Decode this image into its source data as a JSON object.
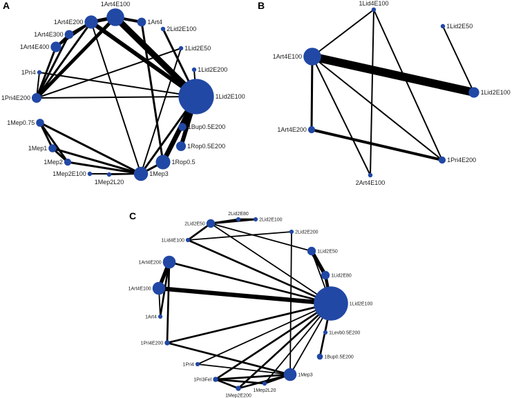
{
  "colors": {
    "node": "#2148a5",
    "edge": "#000000",
    "label": "#1a1a1a"
  },
  "panels": [
    {
      "id": "A",
      "label": "A",
      "nodes": [
        {
          "id": "1Art4E200",
          "weight": 3
        },
        {
          "id": "1Art4E100",
          "weight": 4
        },
        {
          "id": "1Art4",
          "weight": 2
        },
        {
          "id": "1Art4E300",
          "weight": 2
        },
        {
          "id": "1Art4E400",
          "weight": 2.4
        },
        {
          "id": "2Lid2E100",
          "weight": 1
        },
        {
          "id": "1Lid2E50",
          "weight": 1
        },
        {
          "id": "1Pri4",
          "weight": 1
        },
        {
          "id": "1Lid2E200",
          "weight": 1
        },
        {
          "id": "1Pri4E200",
          "weight": 2.2
        },
        {
          "id": "1Lid2E100",
          "weight": 8
        },
        {
          "id": "1Mep0.75",
          "weight": 1.8
        },
        {
          "id": "1Bup0.5E200",
          "weight": 1.8
        },
        {
          "id": "1Mep1",
          "weight": 1.8
        },
        {
          "id": "1Rop0.5E200",
          "weight": 2.2
        },
        {
          "id": "1Mep2",
          "weight": 1.6
        },
        {
          "id": "1Rop0.5",
          "weight": 3.3
        },
        {
          "id": "1Mep2E100",
          "weight": 1
        },
        {
          "id": "1Mep2L20",
          "weight": 1
        },
        {
          "id": "1Mep3",
          "weight": 3.2
        }
      ],
      "edges": [
        [
          "1Art4E200",
          "1Art4E100",
          5
        ],
        [
          "1Art4E100",
          "1Art4",
          4
        ],
        [
          "1Art4E100",
          "1Lid2E100",
          9
        ],
        [
          "1Art4E200",
          "1Lid2E100",
          6
        ],
        [
          "1Art4E200",
          "1Art4E300",
          3
        ],
        [
          "1Art4E200",
          "1Art4E400",
          3
        ],
        [
          "1Art4E300",
          "1Art4E400",
          3
        ],
        [
          "1Art4E200",
          "1Pri4E200",
          3
        ],
        [
          "1Art4E100",
          "1Pri4E200",
          5
        ],
        [
          "1Art4E400",
          "1Pri4E200",
          3
        ],
        [
          "1Art4E300",
          "1Pri4E200",
          3
        ],
        [
          "1Pri4",
          "1Pri4E200",
          2
        ],
        [
          "1Pri4",
          "1Lid2E100",
          2
        ],
        [
          "1Pri4E200",
          "1Lid2E100",
          2
        ],
        [
          "2Lid2E100",
          "1Lid2E100",
          3
        ],
        [
          "1Lid2E50",
          "1Mep3",
          2
        ],
        [
          "1Lid2E200",
          "1Lid2E100",
          2
        ],
        [
          "1Art4",
          "1Rop0.5",
          3
        ],
        [
          "1Lid2E100",
          "1Bup0.5E200",
          6
        ],
        [
          "1Lid2E100",
          "1Rop0.5E200",
          6
        ],
        [
          "1Lid2E100",
          "1Rop0.5",
          7
        ],
        [
          "1Lid2E100",
          "1Mep3",
          3
        ],
        [
          "1Mep0.75",
          "1Mep1",
          3
        ],
        [
          "1Mep0.75",
          "1Mep2",
          3
        ],
        [
          "1Mep0.75",
          "1Mep3",
          3
        ],
        [
          "1Mep1",
          "1Mep2",
          3
        ],
        [
          "1Mep1",
          "1Mep3",
          3
        ],
        [
          "1Mep2",
          "1Mep3",
          3
        ],
        [
          "1Mep2E100",
          "1Mep3",
          2
        ],
        [
          "1Mep2L20",
          "1Mep3",
          2
        ],
        [
          "1Rop0.5",
          "1Mep3",
          3
        ],
        [
          "1Art4E200",
          "1Mep3",
          2
        ],
        [
          "1Lid2E50",
          "1Pri4E200",
          2
        ]
      ]
    },
    {
      "id": "B",
      "label": "B",
      "nodes": [
        {
          "id": "1Lid4E100",
          "weight": 1
        },
        {
          "id": "1Lid2E50",
          "weight": 1
        },
        {
          "id": "1Art4E100",
          "weight": 4
        },
        {
          "id": "1Lid2E100",
          "weight": 2.4
        },
        {
          "id": "1Art4E200",
          "weight": 1.6
        },
        {
          "id": "1Pri4E200",
          "weight": 1.6
        },
        {
          "id": "2Art4E100",
          "weight": 1
        }
      ],
      "edges": [
        [
          "1Art4E100",
          "1Lid2E100",
          12
        ],
        [
          "1Art4E100",
          "1Art4E200",
          3
        ],
        [
          "1Art4E100",
          "2Art4E100",
          2
        ],
        [
          "1Art4E100",
          "1Pri4E200",
          2
        ],
        [
          "1Art4E100",
          "1Lid4E100",
          2
        ],
        [
          "1Lid4E100",
          "1Pri4E200",
          2
        ],
        [
          "1Lid4E100",
          "2Art4E100",
          2
        ],
        [
          "1Lid2E50",
          "1Lid2E100",
          2
        ],
        [
          "1Art4E200",
          "1Pri4E200",
          4
        ]
      ]
    },
    {
      "id": "C",
      "label": "C",
      "nodes": [
        {
          "id": "2Lid2E50",
          "weight": 2
        },
        {
          "id": "2Lid2E80",
          "weight": 1
        },
        {
          "id": "2Lid2E100",
          "weight": 1
        },
        {
          "id": "2Lid2E200",
          "weight": 1
        },
        {
          "id": "1Lid4E100",
          "weight": 1
        },
        {
          "id": "1Lid2E50",
          "weight": 2
        },
        {
          "id": "1Art4E200",
          "weight": 3
        },
        {
          "id": "1Lid2E80",
          "weight": 2
        },
        {
          "id": "1Art4E100",
          "weight": 3
        },
        {
          "id": "1Lid2E100",
          "weight": 8
        },
        {
          "id": "1Art4",
          "weight": 1
        },
        {
          "id": "1Levb0.5E200",
          "weight": 1
        },
        {
          "id": "1Pri4E200",
          "weight": 1.2
        },
        {
          "id": "1Bup0.5E200",
          "weight": 1.4
        },
        {
          "id": "1Pri4",
          "weight": 1
        },
        {
          "id": "1Mep3",
          "weight": 3
        },
        {
          "id": "1Pri3Fel",
          "weight": 1.2
        },
        {
          "id": "1Mep2E200",
          "weight": 1.2
        },
        {
          "id": "1Mep2L20",
          "weight": 1
        }
      ],
      "edges": [
        [
          "2Lid2E50",
          "2Lid2E80",
          3
        ],
        [
          "2Lid2E80",
          "2Lid2E100",
          3
        ],
        [
          "2Lid2E50",
          "2Lid2E100",
          3
        ],
        [
          "2Lid2E50",
          "1Lid4E100",
          3
        ],
        [
          "2Lid2E50",
          "1Lid2E100",
          2
        ],
        [
          "2Lid2E50",
          "1Lid2E50",
          2
        ],
        [
          "2Lid2E200",
          "1Lid4E100",
          2
        ],
        [
          "2Lid2E200",
          "1Mep3",
          2
        ],
        [
          "1Lid4E100",
          "1Lid2E100",
          3
        ],
        [
          "1Lid2E50",
          "1Lid2E80",
          6
        ],
        [
          "1Lid2E80",
          "1Lid2E100",
          5
        ],
        [
          "1Art4E200",
          "1Art4E100",
          6
        ],
        [
          "1Art4E200",
          "1Lid2E100",
          3
        ],
        [
          "1Art4E200",
          "1Art4",
          3
        ],
        [
          "1Art4E200",
          "1Pri4E200",
          3
        ],
        [
          "1Art4E100",
          "1Lid2E100",
          7
        ],
        [
          "1Art4E100",
          "1Art4",
          2
        ],
        [
          "1Pri4E200",
          "1Lid2E100",
          3
        ],
        [
          "1Pri4E200",
          "1Mep3",
          3
        ],
        [
          "1Pri4",
          "1Lid2E100",
          2
        ],
        [
          "1Pri4",
          "1Mep3",
          2
        ],
        [
          "1Pri3Fel",
          "1Lid2E100",
          3
        ],
        [
          "1Pri3Fel",
          "1Mep2E200",
          3
        ],
        [
          "1Pri3Fel",
          "1Mep2L20",
          3
        ],
        [
          "1Pri3Fel",
          "1Mep3",
          3
        ],
        [
          "1Mep2E200",
          "1Lid2E100",
          3
        ],
        [
          "1Mep2E200",
          "1Mep3",
          3
        ],
        [
          "1Mep2L20",
          "1Mep3",
          3
        ],
        [
          "1Mep2L20",
          "1Lid2E100",
          2
        ],
        [
          "1Mep3",
          "1Lid2E100",
          2
        ],
        [
          "1Bup0.5E200",
          "1Lid2E100",
          3
        ],
        [
          "1Levb0.5E200",
          "1Lid2E100",
          2
        ],
        [
          "1Lid2E100",
          "1Lid2E50",
          2
        ]
      ]
    }
  ]
}
